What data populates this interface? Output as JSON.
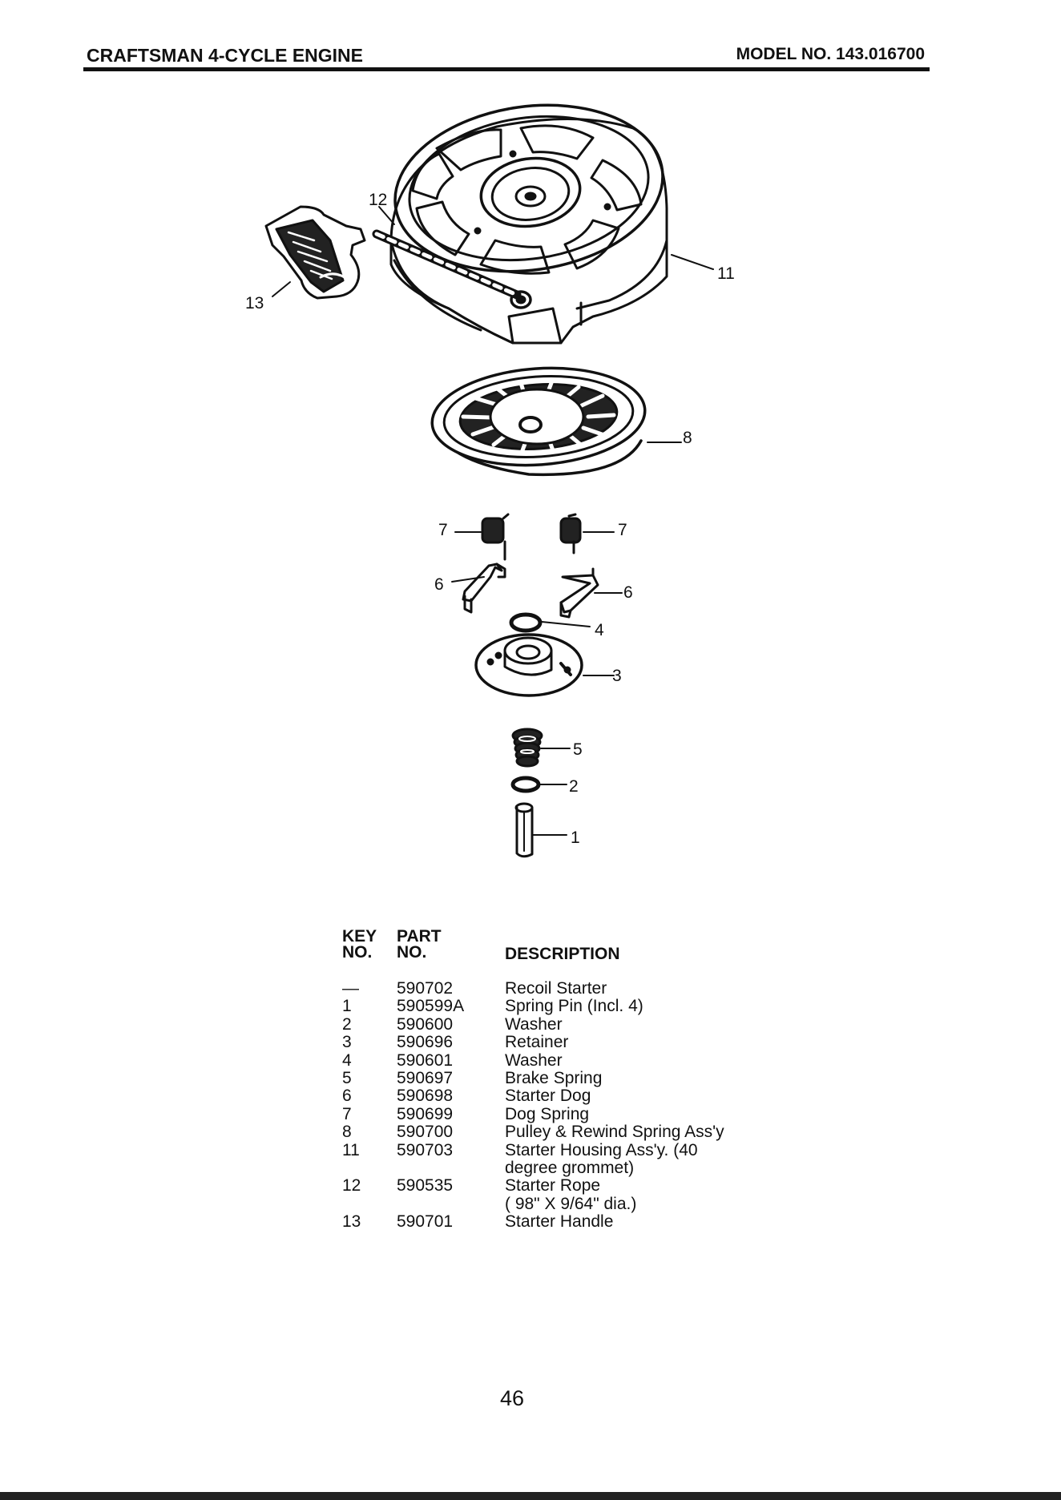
{
  "header": {
    "title": "CRAFTSMAN 4-CYCLE ENGINE",
    "model": "MODEL NO. 143.016700"
  },
  "diagram": {
    "callouts": {
      "c13": "13",
      "c12": "12",
      "c11": "11",
      "c8": "8",
      "c7l": "7",
      "c7r": "7",
      "c6l": "6",
      "c6r": "6",
      "c4": "4",
      "c3": "3",
      "c5": "5",
      "c2": "2",
      "c1": "1"
    }
  },
  "parts_table": {
    "headers": {
      "key_line1": "KEY",
      "key_line2": "NO.",
      "part_line1": "PART",
      "part_line2": "NO.",
      "description": "DESCRIPTION"
    },
    "rows": [
      {
        "key": "—",
        "part": "590702",
        "desc": "Recoil Starter"
      },
      {
        "key": "1",
        "part": "590599A",
        "desc": "Spring Pin (Incl. 4)"
      },
      {
        "key": "2",
        "part": "590600",
        "desc": "Washer"
      },
      {
        "key": "3",
        "part": "590696",
        "desc": "Retainer"
      },
      {
        "key": "4",
        "part": "590601",
        "desc": "Washer"
      },
      {
        "key": "5",
        "part": "590697",
        "desc": "Brake Spring"
      },
      {
        "key": "6",
        "part": "590698",
        "desc": "Starter Dog"
      },
      {
        "key": "7",
        "part": "590699",
        "desc": "Dog Spring"
      },
      {
        "key": "8",
        "part": "590700",
        "desc": "Pulley & Rewind Spring Ass'y"
      },
      {
        "key": "11",
        "part": "590703",
        "desc": "Starter Housing Ass'y. (40"
      },
      {
        "key": "",
        "part": "",
        "desc": "degree grommet)"
      },
      {
        "key": "12",
        "part": "590535",
        "desc": "Starter Rope"
      },
      {
        "key": "",
        "part": "",
        "desc": "( 98\" X 9/64\" dia.)"
      },
      {
        "key": "13",
        "part": "590701",
        "desc": "Starter Handle"
      }
    ]
  },
  "page_number": "46"
}
